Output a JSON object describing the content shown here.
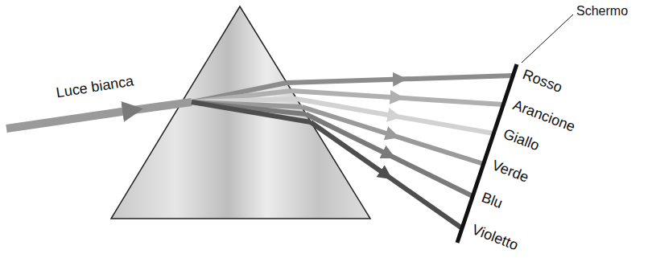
{
  "diagram": {
    "labels": [
      "Luce bianca",
      "Schermo",
      "Rosso",
      "Arancione",
      "Giallo",
      "Verde",
      "Blu",
      "Violetto"
    ]
  }
}
